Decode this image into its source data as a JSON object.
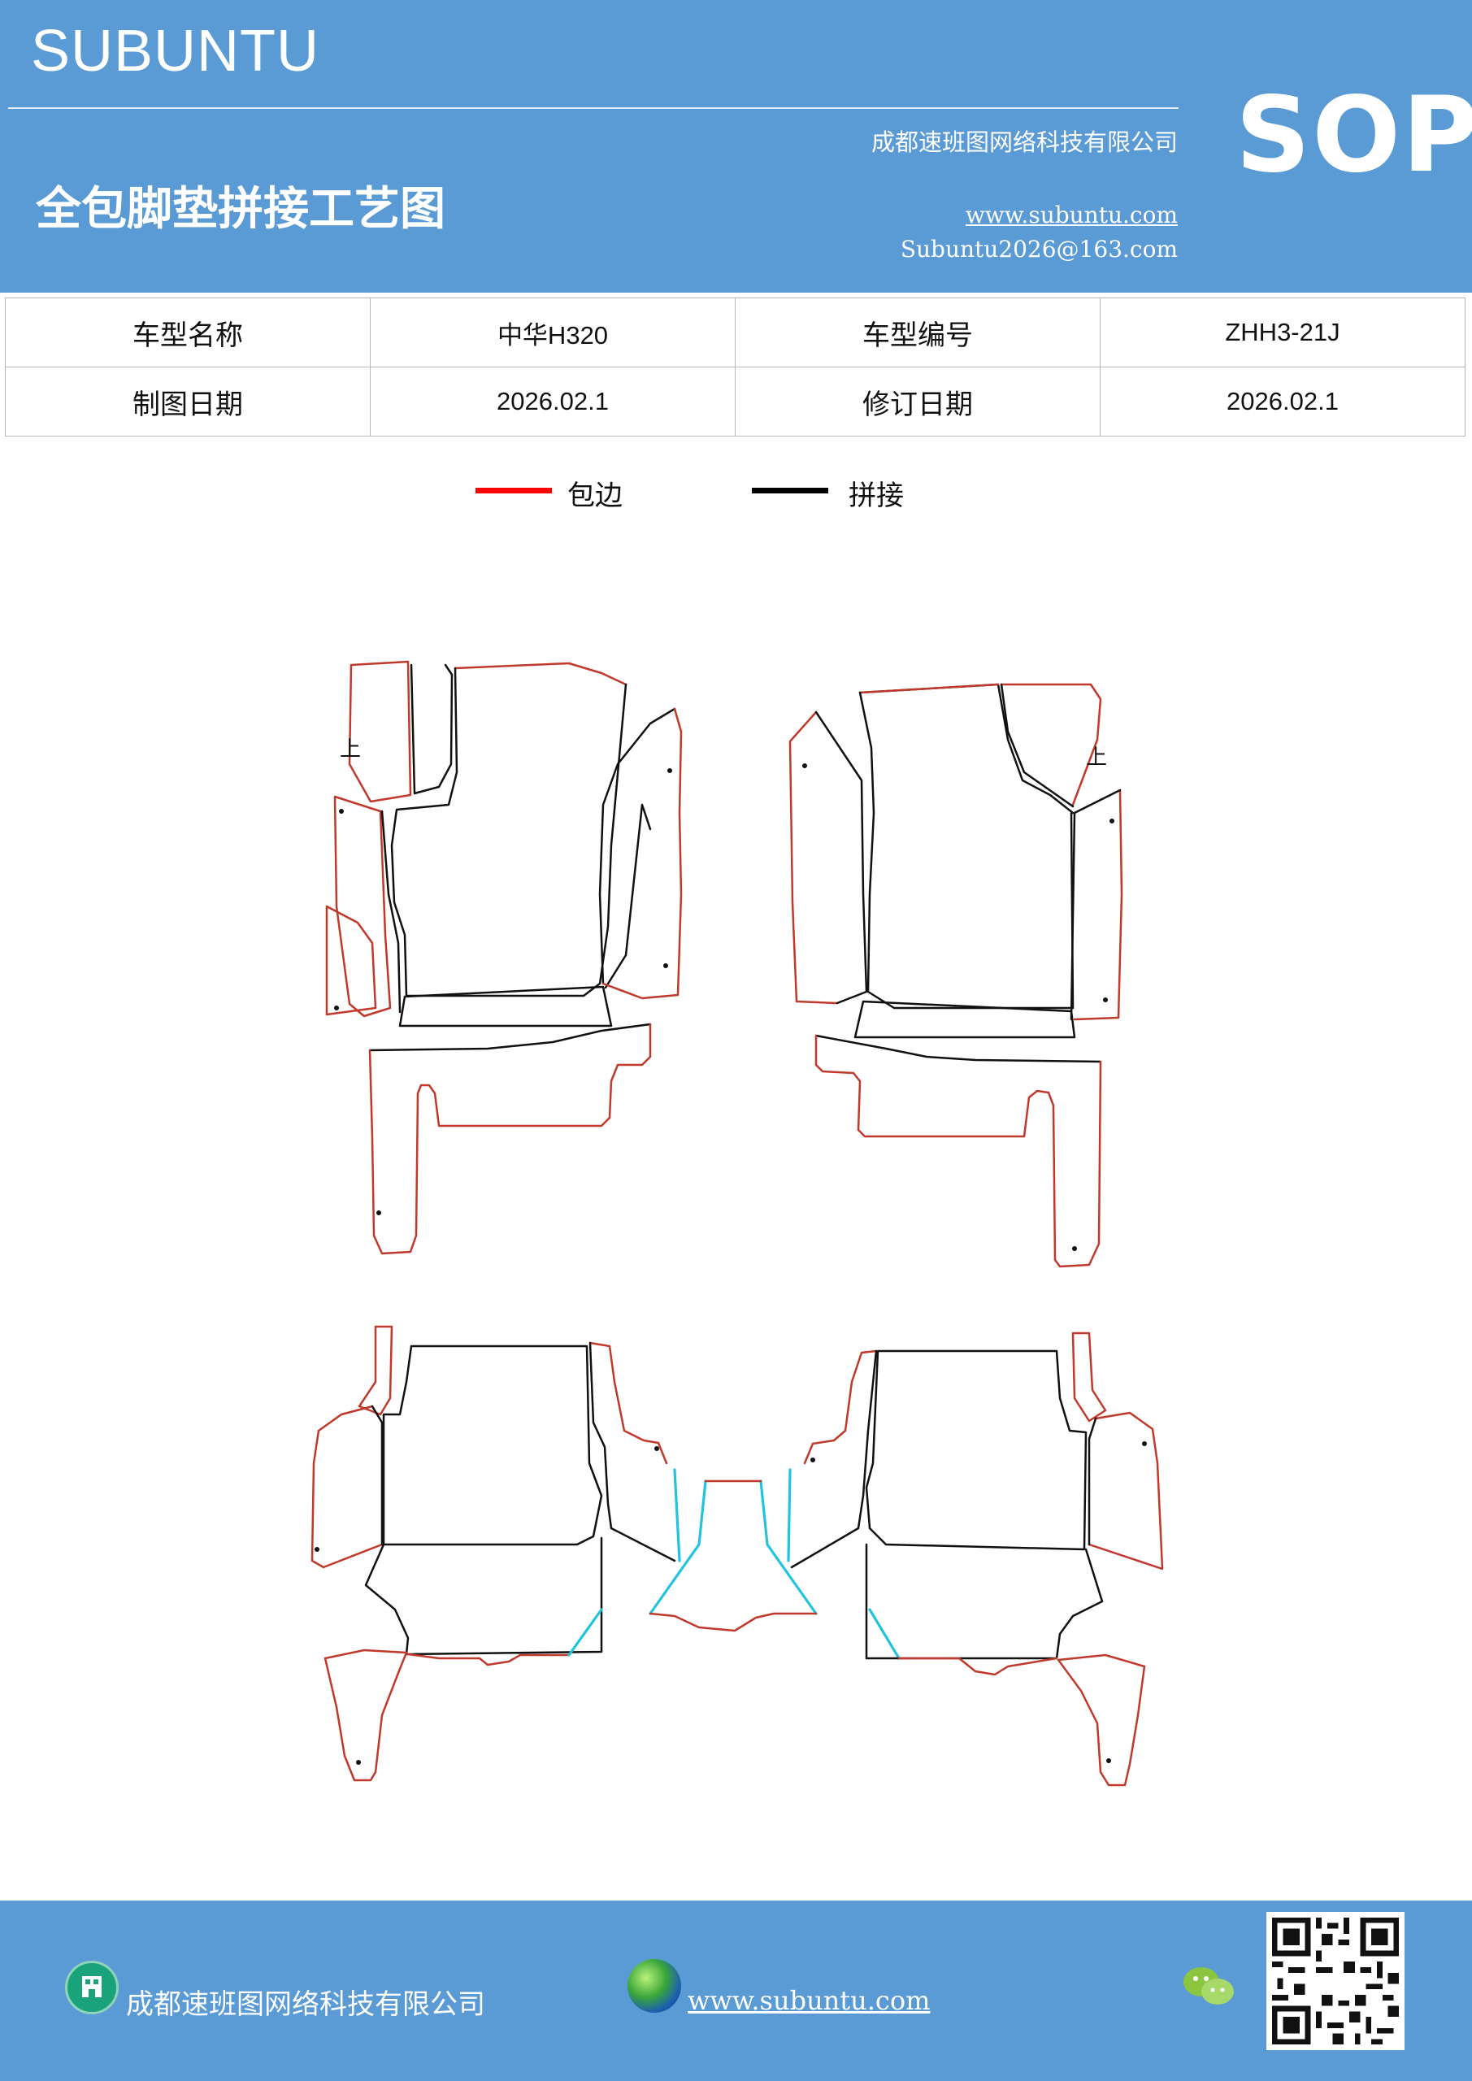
{
  "header": {
    "brand": "SUBUNTU",
    "company": "成都速班图网络科技有限公司",
    "title": "全包脚垫拼接工艺图",
    "website": "www.subuntu.com",
    "email": "Subuntu2026@163.com",
    "badge": "SOP"
  },
  "info_table": {
    "rows": [
      {
        "label1": "车型名称",
        "value1": "中华H320",
        "label2": "车型编号",
        "value2": "ZHH3-21J"
      },
      {
        "label1": "制图日期",
        "value1": "2026.02.1",
        "label2": "修订日期",
        "value2": "2026.02.1"
      }
    ]
  },
  "legend": {
    "items": [
      {
        "label": "包边",
        "color": "#ff0000"
      },
      {
        "label": "拼接",
        "color": "#000000"
      }
    ]
  },
  "drawing": {
    "marker_left": "上",
    "marker_right": "上",
    "colors": {
      "edge": "#c0392b",
      "seam": "#111111",
      "cyan": "#22c3dd"
    }
  },
  "footer": {
    "company": "成都速班图网络科技有限公司",
    "website": "www.subuntu.com",
    "company_icon": "building-icon",
    "web_icon": "globe-icon",
    "wechat_icon": "wechat-icon",
    "qr_icon": "qr-code-icon"
  }
}
